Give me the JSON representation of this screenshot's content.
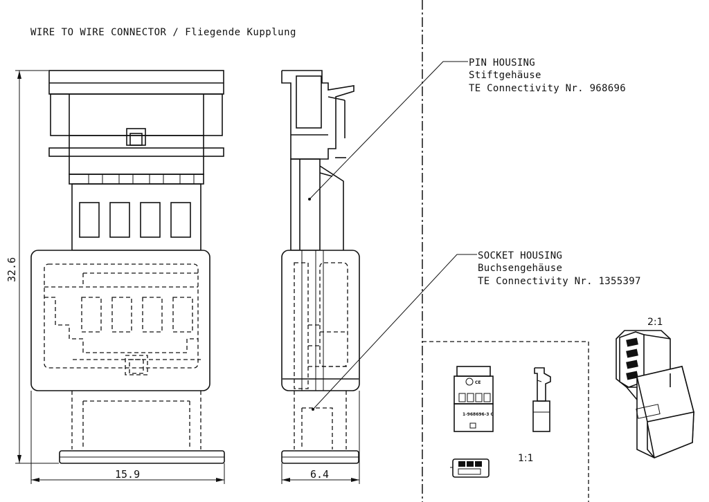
{
  "title": "WIRE TO WIRE CONNECTOR / Fliegende Kupplung",
  "pin_housing": {
    "line1": "PIN HOUSING",
    "line2": "Stiftgehäuse",
    "line3": "TE Connectivity Nr. 968696"
  },
  "socket_housing": {
    "line1": "SOCKET HOUSING",
    "line2": "Buchsengehäuse",
    "line3": "TE Connectivity Nr. 1355397"
  },
  "dimensions": {
    "height": "32.6",
    "width_front": "15.9",
    "width_side": "6.4"
  },
  "scales": {
    "detail": "1:1",
    "iso": "2:1"
  },
  "part_marking": "1-968696-3 C"
}
